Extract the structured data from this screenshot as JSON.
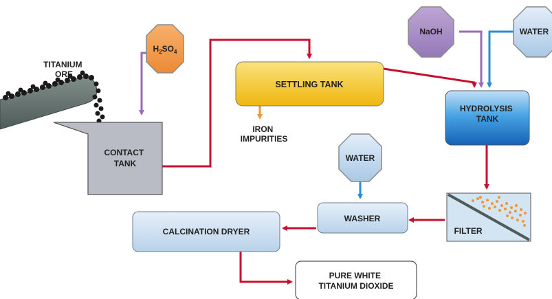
{
  "ore_label": [
    "TITANIUM",
    "ORE"
  ],
  "h2so4": {
    "main": "H",
    "sub1": "2",
    "mid": "SO",
    "sub2": "4"
  },
  "contact_tank": [
    "CONTACT",
    "TANK"
  ],
  "settling_tank": "SETTLING TANK",
  "iron_impurities": [
    "IRON",
    "IMPURITIES"
  ],
  "naoh": "NaOH",
  "water_top": "WATER",
  "hydrolysis_tank": [
    "HYDROLYSIS",
    "TANK"
  ],
  "water_mid": "WATER",
  "washer": "WASHER",
  "filter": "FILTER",
  "calcination_dryer": "CALCINATION DRYER",
  "product": [
    "PURE WHITE",
    "TITANIUM DIOXIDE"
  ],
  "colors": {
    "flow_red": "#c8102e",
    "reagent_purple": "#9b6bb5",
    "water_blue": "#2a8bd6",
    "impurity_orange": "#f0953a",
    "h2so4_fill": "#f39a4a",
    "naoh_fill": "#a98fc4",
    "water_fill": "#c7ddf0",
    "settling_fill": "#f2c21f",
    "hydrolysis_fill": "#1f7fd1",
    "box_fill": "#d3e4f3",
    "contact_fill": "#b9bcc4"
  }
}
